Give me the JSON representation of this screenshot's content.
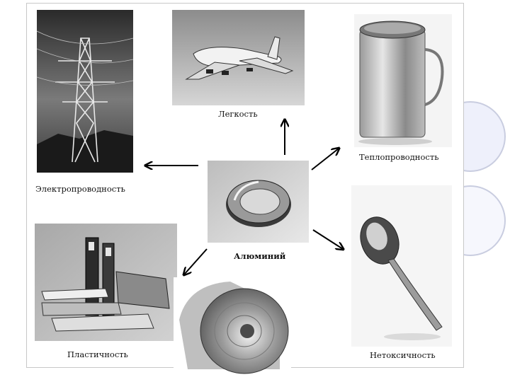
{
  "center": {
    "label": "Алюминий",
    "icon": "aluminum-ring-icon"
  },
  "properties": [
    {
      "id": "electro",
      "label": "Электропроводность",
      "icon": "power-line-tower-icon"
    },
    {
      "id": "lightness",
      "label": "Легкость",
      "icon": "airplane-icon"
    },
    {
      "id": "thermal",
      "label": "Теплопроводность",
      "icon": "aluminum-mug-icon"
    },
    {
      "id": "nontoxic",
      "label": "Нетоксичность",
      "icon": "spoon-icon"
    },
    {
      "id": "plastic",
      "label": "Пластичность",
      "icon": "aluminum-profiles-icon"
    },
    {
      "id": "foil",
      "label": "",
      "icon": "foil-roll-icon"
    }
  ],
  "colors": {
    "frame": "#c8c8c8",
    "accent_circle": "#eef0fb",
    "text": "#111111",
    "arrow": "#000000"
  }
}
